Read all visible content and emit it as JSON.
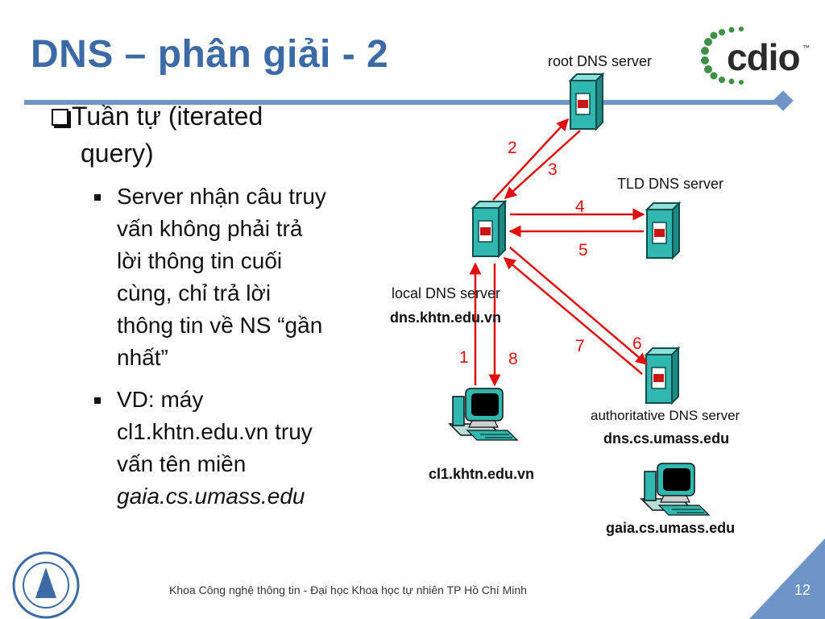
{
  "slide": {
    "title": "DNS – phân giải - 2",
    "bullet1_line1": "Tuần tự (iterated",
    "bullet1_line2": "query)",
    "sub1_lines": [
      "Server nhận câu truy",
      "vấn không phải trả",
      "lời thông tin cuối",
      "cùng, chỉ trả lời",
      "thông tin về NS “gần",
      "nhất”"
    ],
    "sub2_lines": [
      "VD: máy",
      "cl1.khtn.edu.vn truy",
      "vấn tên miền"
    ],
    "sub2_italic": "gaia.cs.umass.edu"
  },
  "diagram": {
    "root_label": "root DNS server",
    "tld_label": "TLD DNS server",
    "local_label": "local DNS server",
    "local_host": "dns.khtn.edu.vn",
    "auth_label": "authoritative DNS server",
    "auth_host": "dns.cs.umass.edu",
    "client_host": "cl1.khtn.edu.vn",
    "target_host": "gaia.cs.umass.edu",
    "steps": [
      "1",
      "2",
      "3",
      "4",
      "5",
      "6",
      "7",
      "8"
    ]
  },
  "logo": {
    "text": "cdio",
    "tm": "™"
  },
  "footer": {
    "text": "Khoa Công nghệ thông tin - Đại học Khoa học tự nhiên TP Hồ Chí Minh",
    "page": "12"
  },
  "colors": {
    "title": "#3b6aa6",
    "rule": "#6f95c8",
    "arrow": "#e01010",
    "server": "#2fb7b0",
    "logo_ring": "#3f8f46"
  }
}
